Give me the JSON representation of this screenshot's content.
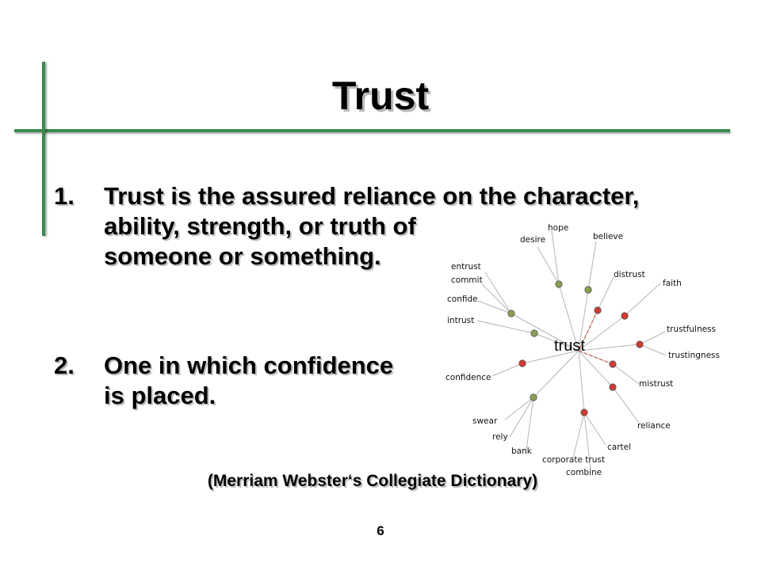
{
  "slide": {
    "title": "Trust",
    "points": [
      {
        "number": "1.",
        "lines": [
          "Trust is the assured reliance on the character,",
          "ability, strength, or truth of",
          "someone or something."
        ]
      },
      {
        "number": "2.",
        "lines": [
          "One in which confidence",
          "is placed."
        ]
      }
    ],
    "citation": "(Merriam Webster‘s Collegiate Dictionary)",
    "page_number": "6"
  },
  "word_map": {
    "center": "trust",
    "colors": {
      "synonym": "#8aa04e",
      "antonym": "#d23a32",
      "line": "#b5b5b5",
      "antonym_link": "#d23a32"
    },
    "nodes": [
      {
        "id": "hope",
        "label": "hope",
        "kind": "synonym"
      },
      {
        "id": "desire",
        "label": "desire",
        "kind": "synonym"
      },
      {
        "id": "believe",
        "label": "believe",
        "kind": "synonym"
      },
      {
        "id": "entrust",
        "label": "entrust",
        "kind": "synonym"
      },
      {
        "id": "commit",
        "label": "commit",
        "kind": "synonym"
      },
      {
        "id": "confide",
        "label": "confide",
        "kind": "synonym"
      },
      {
        "id": "intrust",
        "label": "intrust",
        "kind": "synonym"
      },
      {
        "id": "distrust",
        "label": "distrust",
        "kind": "antonym"
      },
      {
        "id": "faith",
        "label": "faith",
        "kind": "antonym"
      },
      {
        "id": "trustfulness",
        "label": "trustfulness",
        "kind": "antonym"
      },
      {
        "id": "trustingness",
        "label": "trustingness",
        "kind": "antonym"
      },
      {
        "id": "confidence",
        "label": "confidence",
        "kind": "antonym"
      },
      {
        "id": "mistrust",
        "label": "mistrust",
        "kind": "antonym"
      },
      {
        "id": "swear",
        "label": "swear",
        "kind": "synonym"
      },
      {
        "id": "rely",
        "label": "rely",
        "kind": "synonym"
      },
      {
        "id": "bank",
        "label": "bank",
        "kind": "synonym"
      },
      {
        "id": "reliance",
        "label": "reliance",
        "kind": "antonym"
      },
      {
        "id": "cartel",
        "label": "cartel",
        "kind": "antonym"
      },
      {
        "id": "corporate-trust",
        "label": "corporate trust",
        "kind": "antonym"
      },
      {
        "id": "combine",
        "label": "combine",
        "kind": "antonym"
      }
    ]
  }
}
